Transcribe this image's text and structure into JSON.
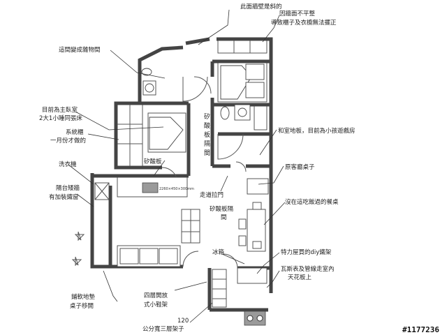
{
  "labels": {
    "wall_slanted": "此面牆壁是斜的",
    "cabinet_line1": "因牆面不平整",
    "cabinet_line2": "導致櫃子及衣櫥無法擺正",
    "storage_room": "這間變成雜物間",
    "master_line1": "目前為主臥室",
    "master_line2": "2大1小睡同張床",
    "system_line1": "系統櫃",
    "system_line2": "一月份才做的",
    "washer": "洗衣機",
    "balcony_line1": "陽台矮牆",
    "balcony_line2": "有加裝鐵窗",
    "acid_board": "矽酸板",
    "acid_vertical": "矽酸板隔間",
    "tatami": "和室地板，目前為小孩遊戲房",
    "guest_table": "原客廳桌子",
    "hallway_door": "走道拉門",
    "acid_partition_line1": "矽酸板隔",
    "acid_partition_line2": "間",
    "dining": "沒在這吃飯過的餐桌",
    "fridge": "冰箱",
    "diy_rack": "特力屋買的diy鐵架",
    "gas_line1": "瓦斯表及管線走室內",
    "gas_line2": "天花板上",
    "floor_mat_line1": "鋪軟地墊",
    "floor_mat_line2": "桌子移開",
    "shoe_rack_line1": "四層開放",
    "shoe_rack_line2": "式小鞋架",
    "shelf_size": "120",
    "shelf_line": "公分寬三層架子",
    "tv_cabinet_size": "2260×450×300mm",
    "watermark": "#1177236"
  }
}
